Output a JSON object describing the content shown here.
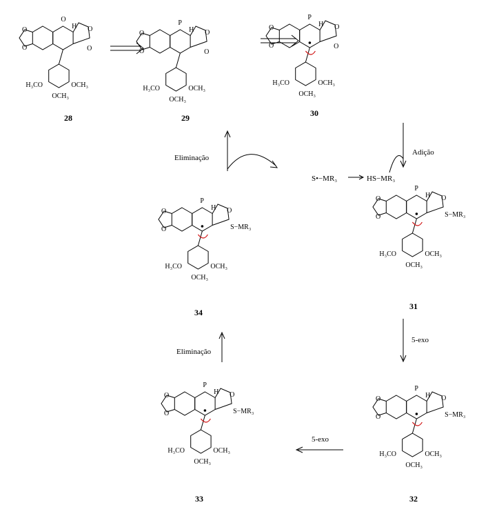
{
  "compounds": [
    "28",
    "29",
    "30",
    "31",
    "32",
    "33",
    "34"
  ],
  "steps": {
    "elimination_top": "Eliminação",
    "addition": "Adição",
    "exo_right": "5-exo",
    "exo_bottom": "5-exo",
    "elimination_bottom": "Eliminação"
  },
  "reagents": {
    "radical": "S•−MR₃",
    "thiol": "HS−MR₃"
  },
  "atoms": {
    "h3co": "H₃CO",
    "och3": "OCH₃",
    "o": "O",
    "h": "H",
    "p": "P",
    "s": "S",
    "smr3": "S−MR₃",
    "mr3": "MR₃"
  },
  "colors": {
    "arrow_electron": "#d01010"
  }
}
